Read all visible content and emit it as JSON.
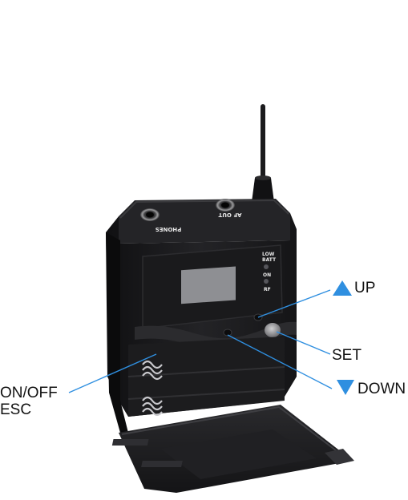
{
  "device": {
    "jack_left_label": "PHONES",
    "jack_right_label": "AF OUT",
    "led_low_batt_line1": "LOW",
    "led_low_batt_line2": "BATT",
    "led_on_label": "ON",
    "led_rf_label": "RF"
  },
  "callouts": {
    "up": "UP",
    "set": "SET",
    "down": "DOWN",
    "onoff_line1": "ON/OFF",
    "onoff_line2": "ESC"
  },
  "colors": {
    "arrow_accent": "#2f8fe0",
    "body": "#1c1c1e",
    "body_dark": "#0e0e10",
    "display": "#8e8f93"
  },
  "icons": {
    "up": "triangle-up-icon",
    "down": "triangle-down-icon"
  }
}
